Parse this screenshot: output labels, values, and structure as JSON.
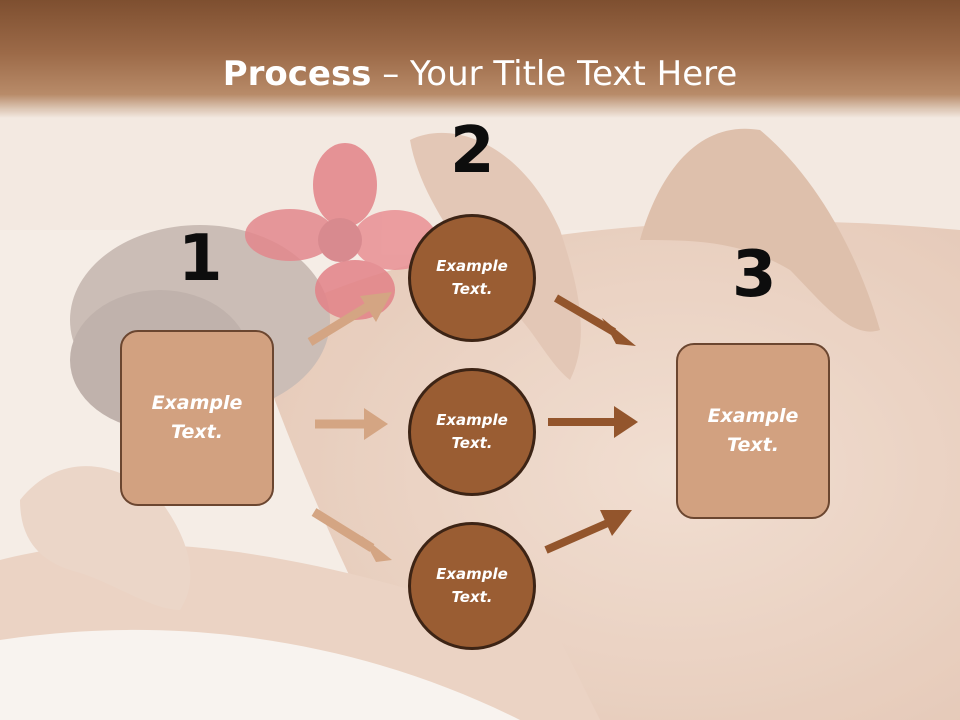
{
  "slide": {
    "title_bold": "Process",
    "title_rest": " – Your Title Text Here",
    "numbers": [
      "1",
      "2",
      "3"
    ],
    "left_box": "Example Text.",
    "right_box": "Example Text.",
    "circles": [
      "Example Text.",
      "Example Text.",
      "Example Text."
    ]
  },
  "colors": {
    "header": "#8b5a3a",
    "box_fill": "#d2a180",
    "circle_fill": "#9a5d33",
    "arrow_light": "#d4a583",
    "arrow_dark": "#93552c"
  }
}
